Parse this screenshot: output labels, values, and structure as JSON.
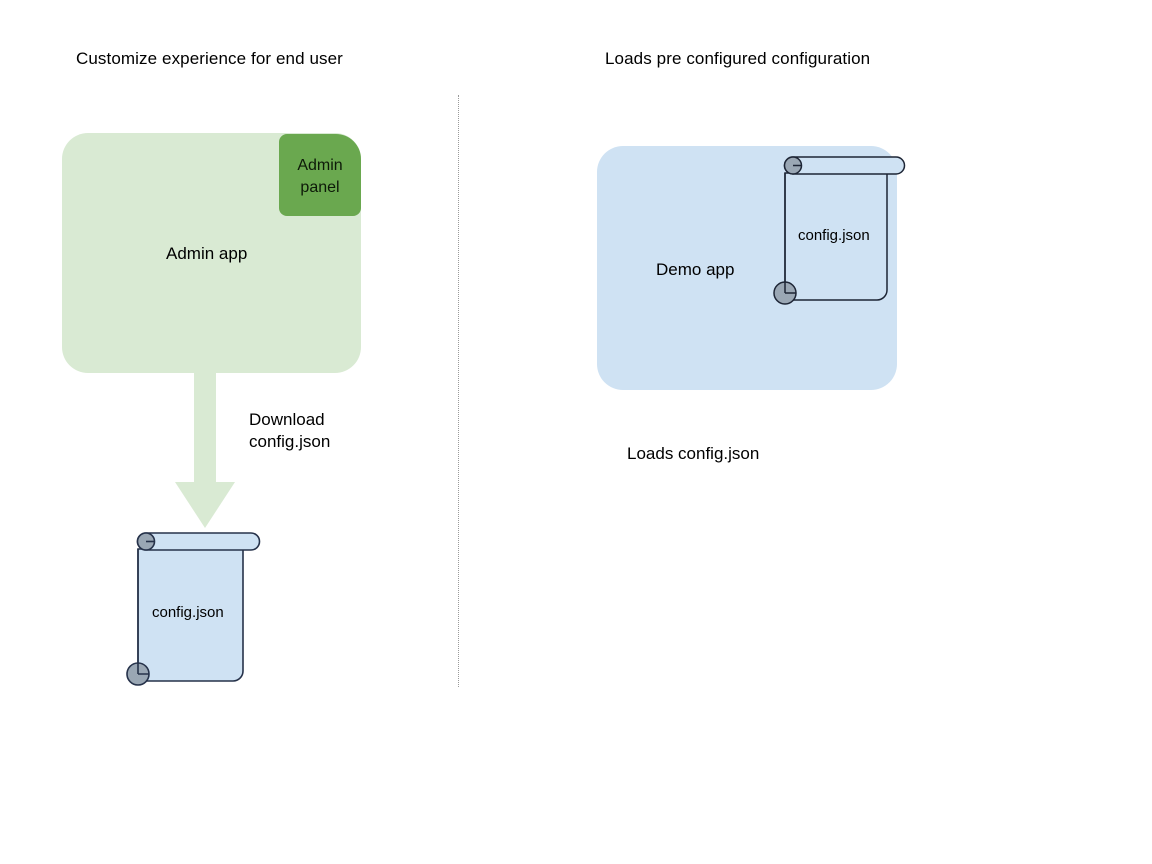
{
  "diagram": {
    "background_color": "#ffffff",
    "sections": {
      "left": {
        "title": "Customize experience for end user",
        "app": {
          "label": "Admin app",
          "fill": "#d9ead3",
          "panel": {
            "line1": "Admin",
            "line2": "panel",
            "fill": "#6aa84f"
          }
        },
        "arrow": {
          "label_line1": "Download",
          "label_line2": "config.json",
          "fill": "#d9ead3",
          "direction": "down"
        },
        "document": {
          "label": "config.json",
          "fill": "#cfe2f3",
          "stroke": "#26324a"
        }
      },
      "right": {
        "title": "Loads pre configured configuration",
        "app": {
          "label": "Demo app",
          "fill": "#cfe2f3"
        },
        "document": {
          "label": "config.json",
          "fill": "#cfe2f3",
          "stroke": "#1d2535"
        },
        "caption": "Loads config.json"
      }
    },
    "divider": {
      "style": "dotted",
      "color": "#9a9a9a"
    },
    "icons": {
      "curl_fill": "#9aa7b4"
    }
  }
}
